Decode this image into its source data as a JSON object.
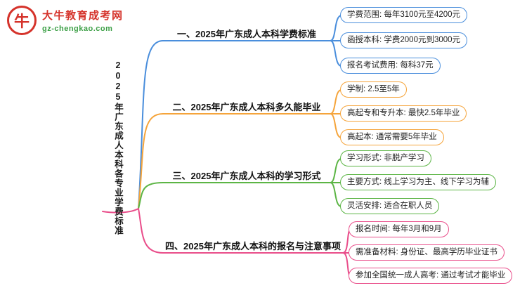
{
  "logo": {
    "icon_glyph": "牛",
    "title": "大牛教育成考网",
    "domain": "gz-chengkao.com"
  },
  "root": {
    "label": "2025年广东成人本科各专业学费标准"
  },
  "branches": [
    {
      "label": "一、2025年广东成人本科学费标准",
      "children": [
        "学费范围: 每年3100元至4200元",
        "函授本科: 学费2000元到3000元",
        "报名考试费用: 每科37元"
      ]
    },
    {
      "label": "二、2025年广东成人本科多久能毕业",
      "children": [
        "学制: 2.5至5年",
        "高起专和专升本: 最快2.5年毕业",
        "高起本: 通常需要5年毕业"
      ]
    },
    {
      "label": "三、2025年广东成人本科的学习形式",
      "children": [
        "学习形式: 非脱产学习",
        "主要方式: 线上学习为主、线下学习为辅",
        "灵活安排: 适合在职人员"
      ]
    },
    {
      "label": "四、2025年广东成人本科的报名与注意事项",
      "children": [
        "报名时间: 每年3月和9月",
        "需准备材料: 身份证、最高学历毕业证书",
        "参加全国统一成人高考: 通过考试才能毕业"
      ]
    }
  ],
  "colors": {
    "blue": "#4a8edc",
    "orange": "#f5a43b",
    "green": "#5cb545",
    "pink": "#e94d8a",
    "brand-red": "#d5332b",
    "brand-green": "#3da047",
    "text": "#1a1a1a"
  }
}
